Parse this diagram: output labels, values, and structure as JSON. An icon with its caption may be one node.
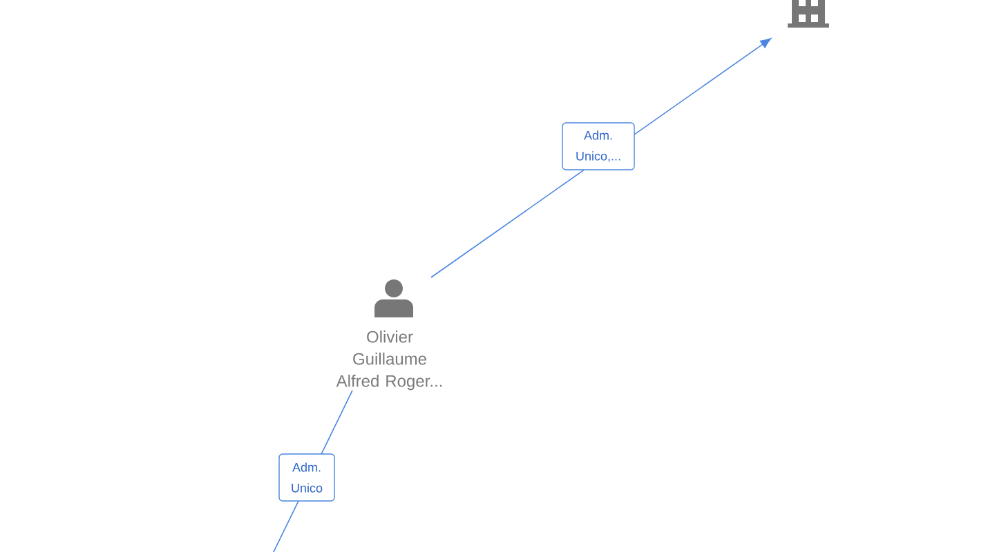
{
  "diagram": {
    "nodes": [
      {
        "text": [],
        "shape": "building"
      },
      {
        "text": [
          "Olivier Guillaume Alfred Roger..."
        ]
      }
    ],
    "edges": [
      {
        "from": 1,
        "to": 0,
        "arrow": "to",
        "label": "Adm. Unico,..."
      },
      {
        "from": 1,
        "to": null,
        "arrow": "none",
        "label": "Adm. Unico"
      }
    ]
  }
}
